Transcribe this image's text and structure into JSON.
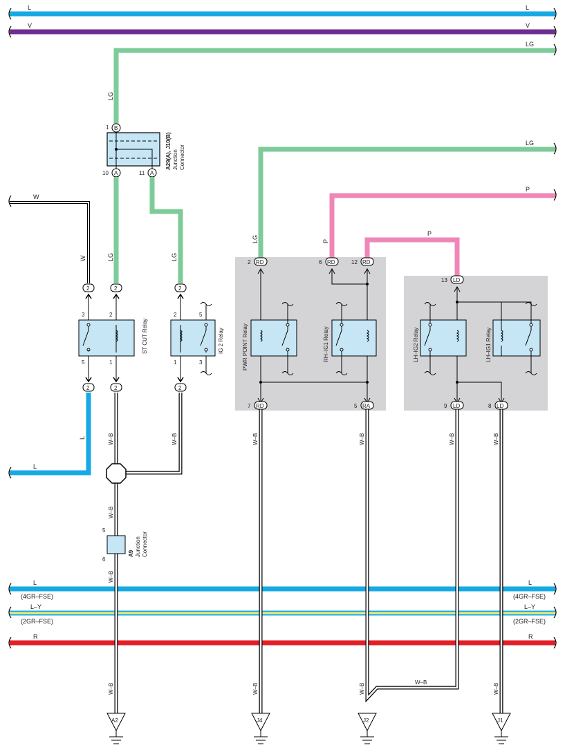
{
  "colors": {
    "L": "#17a9e4",
    "V": "#6f2c91",
    "LG": "#7ecb9a",
    "P": "#ee87b7",
    "R": "#e31e24",
    "LY_fill": "#f0ec7a",
    "WB": "#ffffff",
    "component_fill": "#c6e6f6",
    "jb_fill": "#d4d4d6"
  },
  "top_buses": {
    "L_left": "L",
    "L_right": "L",
    "V_left": "V",
    "V_right": "V",
    "LG_right": "LG"
  },
  "lower_buses": {
    "L_left": "L",
    "L_left_note": "(4GR–FSE)",
    "L_right": "L",
    "L_right_note": "(4GR–FSE)",
    "LY_left": "L–Y",
    "LY_left_note": "(2GR–FSE)",
    "LY_right": "L–Y",
    "LY_right_note": "(2GR–FSE)",
    "R_left": "R",
    "R_right": "R"
  },
  "junction_connector_top": {
    "name": "A29(A), J10(B)",
    "line1": "Junction",
    "line2": "Connector",
    "pin_top": "1",
    "pin_top_code": "B",
    "pin_bl": "10",
    "pin_bl_code": "A",
    "pin_br": "11",
    "pin_br_code": "A"
  },
  "junction_connector_a9": {
    "name": "A9",
    "line1": "Junction",
    "line2": "Connector",
    "pin_top": "5",
    "pin_bottom": "6"
  },
  "wires": {
    "w_left": "W",
    "w_vert": "W",
    "lg_vert_top": "LG",
    "lg_vert_mid1": "LG",
    "lg_vert_mid2": "LG",
    "lg_right2": "LG",
    "lg_vert_rd": "LG",
    "p_right": "P",
    "p_vert": "P",
    "p_mid": "P",
    "l_left": "L",
    "l_vert": "L",
    "wb1": "W–B",
    "wb2": "W–B",
    "wb3": "W–B",
    "wb4": "W–B",
    "wb5": "W–B",
    "wb6": "W–B",
    "wb7": "W–B",
    "wb8": "W–B",
    "wb9": "W–B",
    "wb10": "W–B",
    "wb11": "W–B",
    "wb12": "W–B",
    "wb_diag": "W–B"
  },
  "relays": {
    "st_cut": "ST CUT Relay",
    "ig2": "IG 2 Relay",
    "pwr_point": "PWR POINT Relay",
    "rh_ig1": "RH–IG1 Relay",
    "lh_ig2": "LH–IG2 Relay",
    "lh_ig1": "LH–IG1 Relay"
  },
  "pins": {
    "st_3": "3",
    "st_2": "2",
    "st_5": "5",
    "st_1": "1",
    "ig_2": "2",
    "ig_5": "5",
    "ig_1": "1",
    "ig_3": "3",
    "c_st_top_l": "2",
    "c_st_top_r": "2",
    "c_ig_top": "2",
    "c_st_bot_l": "2",
    "c_st_bot_r": "2",
    "c_ig_bot": "2",
    "rd_2": "2",
    "rd_2_code": "RD",
    "rd_6": "6",
    "rd_6_code": "RD",
    "rd_12": "12",
    "rd_12_code": "RD",
    "ld_13": "13",
    "ld_13_code": "LD",
    "rd_7": "7",
    "rd_7_code": "RD",
    "ra_5": "5",
    "ra_5_code": "RA",
    "ld_9": "9",
    "ld_9_code": "LD",
    "ld_8": "8",
    "ld_8_code": "LD"
  },
  "grounds": {
    "a2": "A2",
    "j4": "J4",
    "j2": "J2",
    "j1": "J1"
  }
}
